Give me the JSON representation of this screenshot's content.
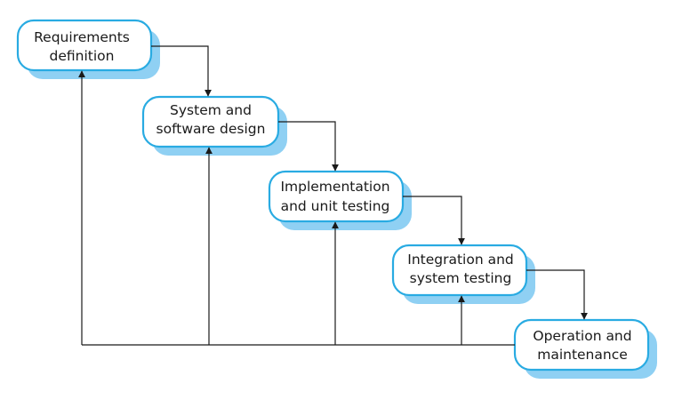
{
  "colors": {
    "box_fill": "#ffffff",
    "box_border": "#29abe2",
    "shadow": "#8fd0f3",
    "line": "#1a1a1a"
  },
  "stages": [
    {
      "id": "requirements",
      "lines": [
        "Requirements",
        "definition"
      ]
    },
    {
      "id": "design",
      "lines": [
        "System and",
        "software design"
      ]
    },
    {
      "id": "implementation",
      "lines": [
        "Implementation",
        "and unit testing"
      ]
    },
    {
      "id": "integration",
      "lines": [
        "Integration and",
        "system testing"
      ]
    },
    {
      "id": "operation",
      "lines": [
        "Operation and",
        "maintenance"
      ]
    }
  ]
}
